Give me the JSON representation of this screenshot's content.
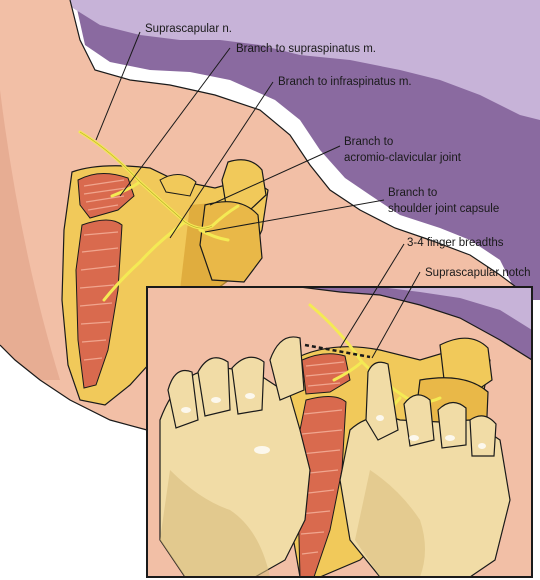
{
  "labels": {
    "suprascapular_n": "Suprascapular n.",
    "branch_supraspinatus": "Branch to supraspinatus m.",
    "branch_infraspinatus": "Branch to infraspinatus m.",
    "branch_ac_joint_line1": "Branch to",
    "branch_ac_joint_line2": "acromio-clavicular joint",
    "branch_shoulder_line1": "Branch to",
    "branch_shoulder_line2": "shoulder joint capsule",
    "finger_breadths": "3-4 finger breadths",
    "suprascapular_notch": "Suprascapular notch"
  },
  "colors": {
    "skin": "#f2bfa6",
    "skin_shadow": "#e3a58c",
    "lavender": "#c7b3d8",
    "purple_deep": "#8a6aa0",
    "bone": "#f1c95a",
    "bone_shadow": "#d9a336",
    "muscle": "#d96a4e",
    "muscle_stripe": "#f0a58e",
    "nerve": "#f4ea54",
    "hand": "#f1dca6",
    "hand_shadow": "#d9bd7e",
    "line": "#1a1a1a"
  }
}
